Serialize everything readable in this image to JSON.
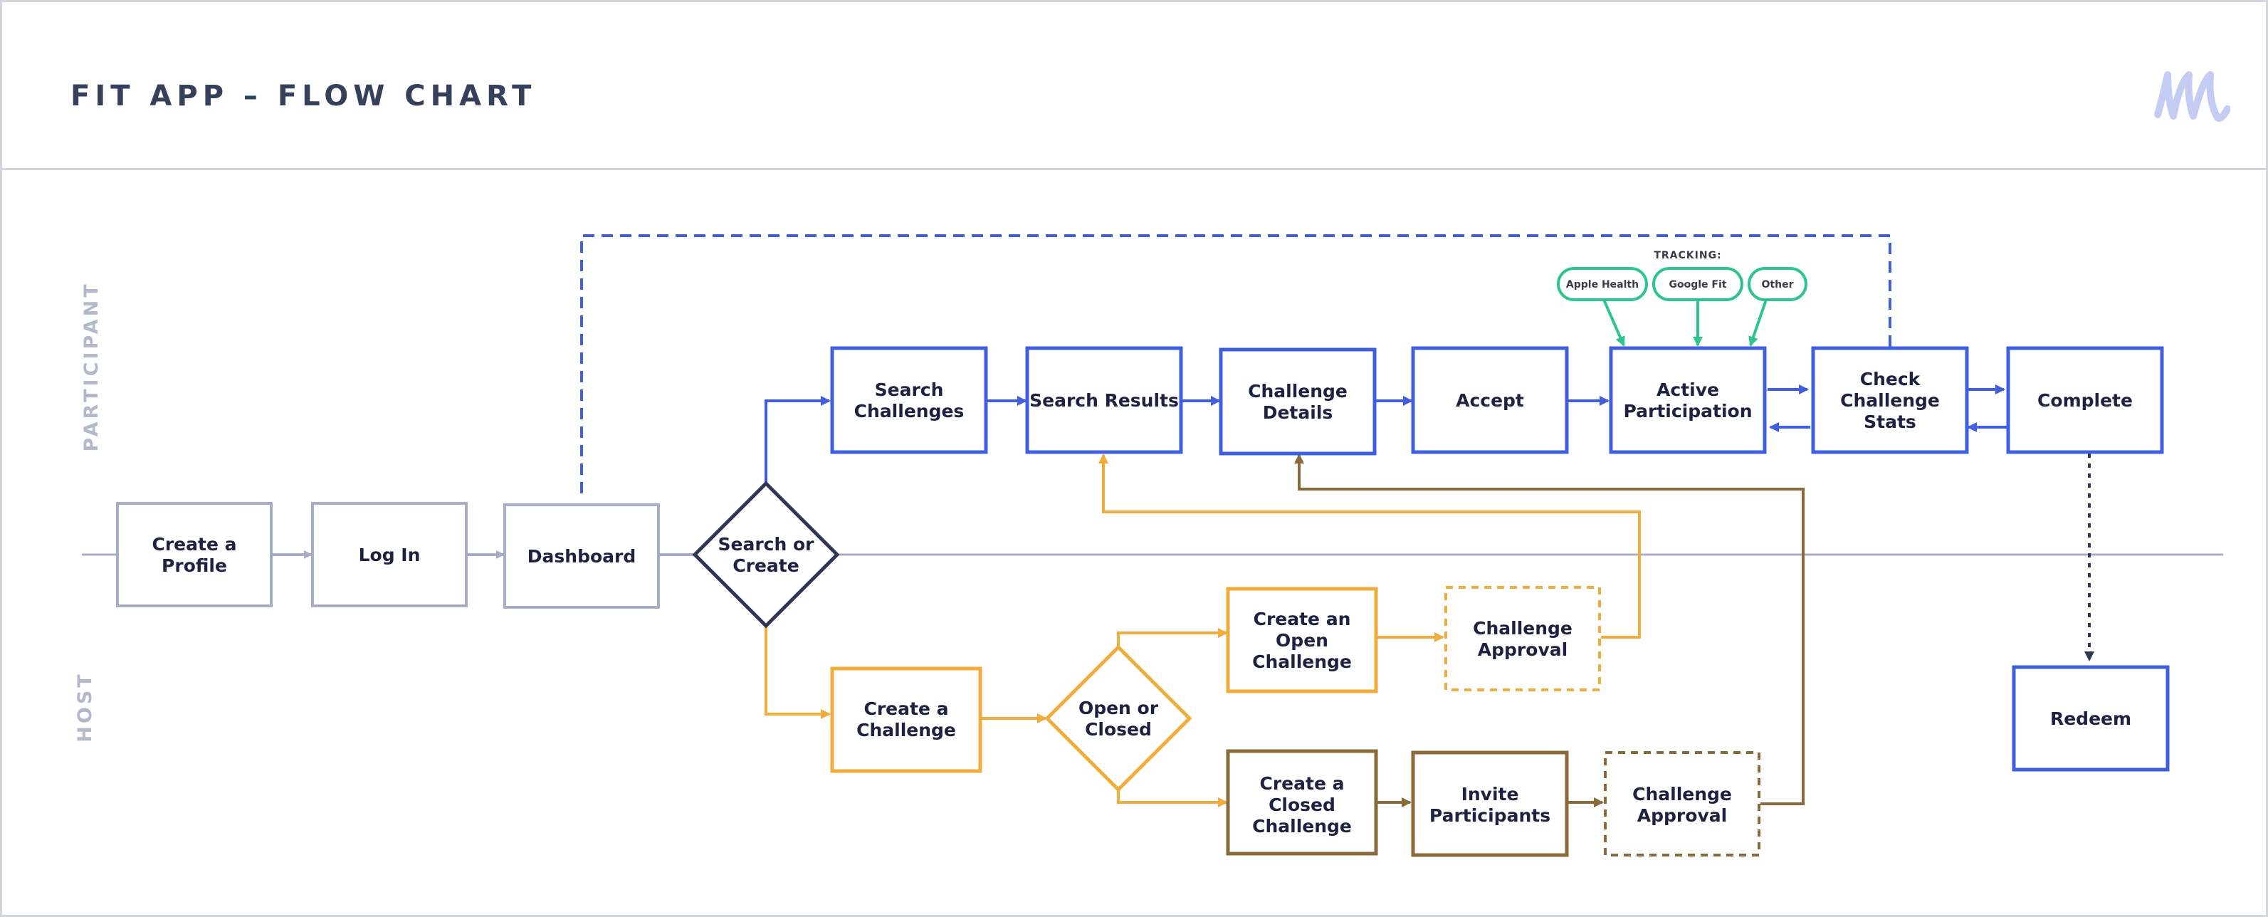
{
  "title": "FIT APP – FLOW CHART",
  "lanes": {
    "participant": "PARTICIPANT",
    "host": "HOST"
  },
  "nodes": {
    "create_profile": [
      "Create a",
      "Profile"
    ],
    "log_in": [
      "Log In"
    ],
    "dashboard": [
      "Dashboard"
    ],
    "search_or_create": [
      "Search or",
      "Create"
    ],
    "search_challenges": [
      "Search",
      "Challenges"
    ],
    "search_results": [
      "Search Results"
    ],
    "challenge_details": [
      "Challenge",
      "Details"
    ],
    "accept": [
      "Accept"
    ],
    "active_participation": [
      "Active",
      "Participation"
    ],
    "check_challenge_stats": [
      "Check",
      "Challenge",
      "Stats"
    ],
    "complete": [
      "Complete"
    ],
    "redeem": [
      "Redeem"
    ],
    "create_challenge": [
      "Create a",
      "Challenge"
    ],
    "open_or_closed": [
      "Open or",
      "Closed"
    ],
    "create_open_challenge": [
      "Create an",
      "Open",
      "Challenge"
    ],
    "challenge_approval_open": [
      "Challenge",
      "Approval"
    ],
    "create_closed_challenge": [
      "Create a",
      "Closed",
      "Challenge"
    ],
    "invite_participants": [
      "Invite",
      "Participants"
    ],
    "challenge_approval_closed": [
      "Challenge",
      "Approval"
    ]
  },
  "tracking": {
    "label": "TRACKING:",
    "sources": [
      "Apple Health",
      "Google Fit",
      "Other"
    ]
  },
  "colors": {
    "neutral": "#a8acc6",
    "participant": "#3f5fe0",
    "host_open": "#f0ad3c",
    "host_closed": "#8a6a3a",
    "decision": "#2e3555",
    "tracking": "#2ec48d",
    "title": "#35405c",
    "logo": "#c4ccf4"
  }
}
